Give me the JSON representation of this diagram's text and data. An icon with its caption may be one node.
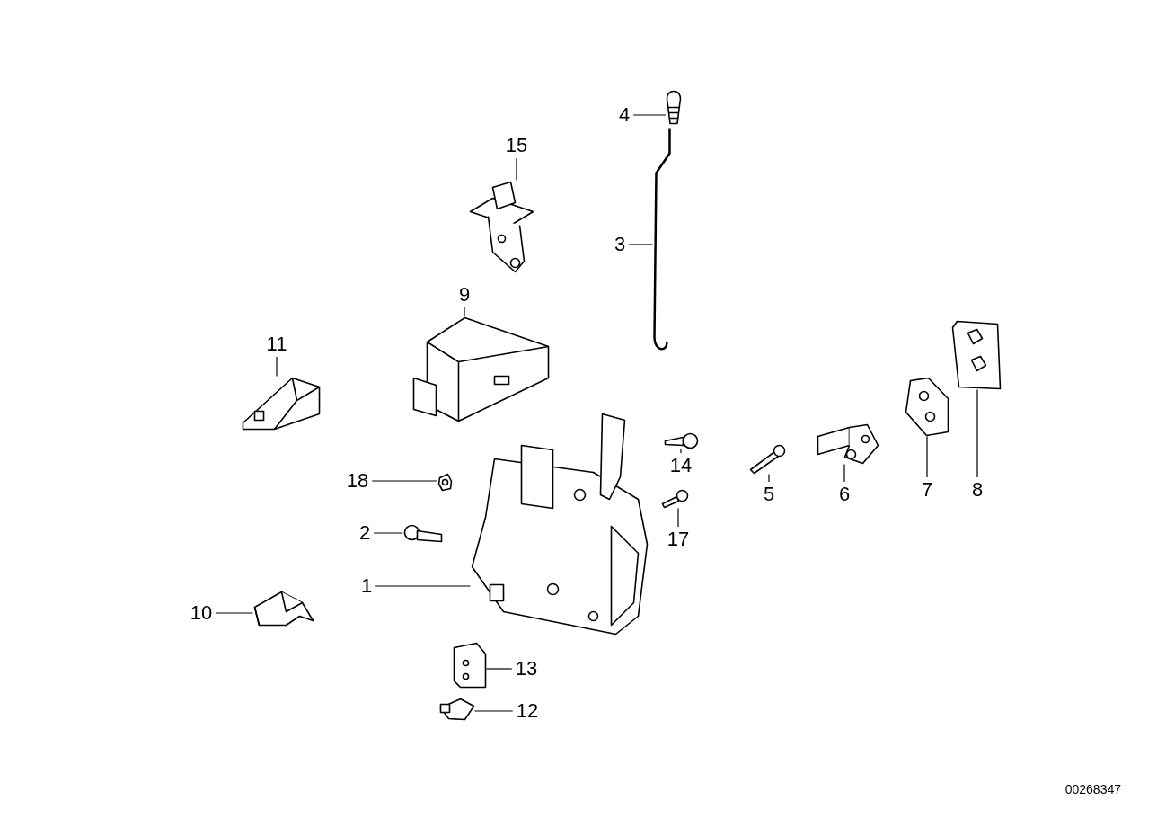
{
  "diagram": {
    "nodes": [
      {
        "text": [
          "4"
        ]
      },
      {
        "text": [],
        "shape": "picture"
      },
      {
        "text": [
          "15"
        ]
      },
      {
        "text": [],
        "shape": "picture"
      },
      {
        "text": [
          "3"
        ]
      },
      {
        "text": [],
        "shape": "picture"
      },
      {
        "text": [
          "9"
        ]
      },
      {
        "text": [],
        "shape": "picture"
      },
      {
        "text": [
          "11"
        ]
      },
      {
        "text": [],
        "shape": "picture"
      },
      {
        "text": [
          "14"
        ]
      },
      {
        "text": [],
        "shape": "picture"
      },
      {
        "text": [
          "5"
        ]
      },
      {
        "text": [],
        "shape": "picture"
      },
      {
        "text": [
          "6"
        ]
      },
      {
        "text": [],
        "shape": "picture"
      },
      {
        "text": [
          "7"
        ]
      },
      {
        "text": [],
        "shape": "picture"
      },
      {
        "text": [
          "8"
        ]
      },
      {
        "text": [],
        "shape": "picture"
      },
      {
        "text": [
          "18"
        ]
      },
      {
        "text": [],
        "shape": "picture"
      },
      {
        "text": [
          "17"
        ]
      },
      {
        "text": [],
        "shape": "picture"
      },
      {
        "text": [
          "2"
        ]
      },
      {
        "text": [],
        "shape": "picture"
      },
      {
        "text": [
          "1"
        ]
      },
      {
        "text": [],
        "shape": "picture"
      },
      {
        "text": [
          "10"
        ]
      },
      {
        "text": [],
        "shape": "picture"
      },
      {
        "text": [
          "13"
        ]
      },
      {
        "text": [],
        "shape": "picture"
      },
      {
        "text": [
          "12"
        ]
      },
      {
        "text": [],
        "shape": "picture"
      }
    ],
    "edges": [
      {
        "from": 0,
        "to": 1,
        "arrow": "none"
      },
      {
        "from": 2,
        "to": 3,
        "arrow": "none"
      },
      {
        "from": 4,
        "to": 5,
        "arrow": "none"
      },
      {
        "from": 6,
        "to": 7,
        "arrow": "none"
      },
      {
        "from": 8,
        "to": 9,
        "arrow": "none"
      },
      {
        "from": 10,
        "to": 11,
        "arrow": "none"
      },
      {
        "from": 12,
        "to": 13,
        "arrow": "none"
      },
      {
        "from": 14,
        "to": 15,
        "arrow": "none"
      },
      {
        "from": 16,
        "to": 17,
        "arrow": "none"
      },
      {
        "from": 18,
        "to": 19,
        "arrow": "none"
      },
      {
        "from": 20,
        "to": 21,
        "arrow": "none"
      },
      {
        "from": 22,
        "to": 23,
        "arrow": "none"
      },
      {
        "from": 24,
        "to": 25,
        "arrow": "none"
      },
      {
        "from": 26,
        "to": 27,
        "arrow": "none"
      },
      {
        "from": 28,
        "to": 29,
        "arrow": "none"
      },
      {
        "from": 30,
        "to": 31,
        "arrow": "none"
      },
      {
        "from": 32,
        "to": 33,
        "arrow": "none"
      }
    ],
    "labels": [
      "00268347"
    ]
  }
}
